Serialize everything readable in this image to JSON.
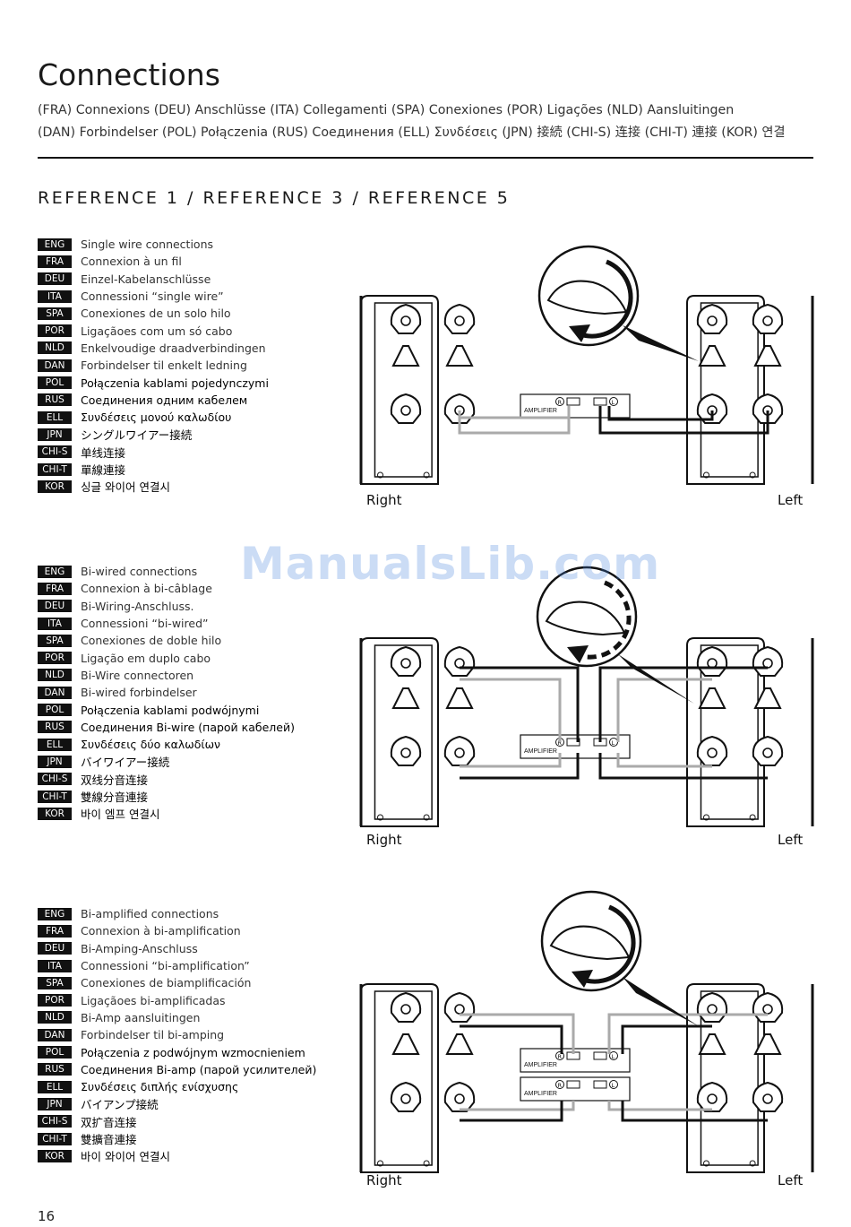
{
  "header": {
    "title": "Connections",
    "translations_line1": "(FRA) Connexions    (DEU) Anschlüsse    (ITA) Collegamenti    (SPA) Conexiones    (POR) Ligações    (NLD) Aansluitingen",
    "translations_line2": "(DAN) Forbindelser   (POL) Połączenia   (RUS) Соединения   (ELL) Συνδέσεις   (JPN) 接続   (CHI-S) 连接   (CHI-T) 連接   (KOR) 연결"
  },
  "subhead": "REFERENCE 1 / REFERENCE 3 / REFERENCE 5",
  "sections": [
    {
      "labels": [
        {
          "code": "ENG",
          "text": "Single wire connections"
        },
        {
          "code": "FRA",
          "text": "Connexion à un fil"
        },
        {
          "code": "DEU",
          "text": "Einzel-Kabelanschlüsse"
        },
        {
          "code": "ITA",
          "text": "Connessioni “single wire”"
        },
        {
          "code": "SPA",
          "text": "Conexiones de un solo hilo"
        },
        {
          "code": "POR",
          "text": "Ligaçãoes com um só cabo"
        },
        {
          "code": "NLD",
          "text": "Enkelvoudige draadverbindingen"
        },
        {
          "code": "DAN",
          "text": "Forbindelser til enkelt ledning"
        },
        {
          "code": "POL",
          "text": "Połączenia kablami pojedynczymi"
        },
        {
          "code": "RUS",
          "text": "Соединения одним кабелем"
        },
        {
          "code": "ELL",
          "text": "Συνδέσεις μονού καλωδίου"
        },
        {
          "code": "JPN",
          "text": "シングルワイアー接続"
        },
        {
          "code": "CHI-S",
          "text": "单线连接"
        },
        {
          "code": "CHI-T",
          "text": "單線連接"
        },
        {
          "code": "KOR",
          "text": "싱글 와이어 연결시"
        }
      ],
      "amplifier_labels": [
        "AMPLIFIER"
      ],
      "right_label": "Right",
      "left_label": "Left"
    },
    {
      "labels": [
        {
          "code": "ENG",
          "text": "Bi-wired connections"
        },
        {
          "code": "FRA",
          "text": "Connexion à bi-câblage"
        },
        {
          "code": "DEU",
          "text": "Bi-Wiring-Anschluss."
        },
        {
          "code": "ITA",
          "text": "Connessioni “bi-wired”"
        },
        {
          "code": "SPA",
          "text": "Conexiones de doble hilo"
        },
        {
          "code": "POR",
          "text": "Ligação em duplo cabo"
        },
        {
          "code": "NLD",
          "text": "Bi-Wire connectoren"
        },
        {
          "code": "DAN",
          "text": "Bi-wired forbindelser"
        },
        {
          "code": "POL",
          "text": "Połączenia kablami podwójnymi"
        },
        {
          "code": "RUS",
          "text": "Соединения Bi-wire (парой кабелей)"
        },
        {
          "code": "ELL",
          "text": "Συνδέσεις δύο καλωδίων"
        },
        {
          "code": "JPN",
          "text": "バイワイアー接続"
        },
        {
          "code": "CHI-S",
          "text": "双线分音连接"
        },
        {
          "code": "CHI-T",
          "text": "雙線分音連接"
        },
        {
          "code": "KOR",
          "text": "바이 엠프 연결시"
        }
      ],
      "amplifier_labels": [
        "AMPLIFIER"
      ],
      "right_label": "Right",
      "left_label": "Left"
    },
    {
      "labels": [
        {
          "code": "ENG",
          "text": "Bi-amplified connections"
        },
        {
          "code": "FRA",
          "text": "Connexion à bi-amplification"
        },
        {
          "code": "DEU",
          "text": "Bi-Amping-Anschluss"
        },
        {
          "code": "ITA",
          "text": "Connessioni “bi-amplification”"
        },
        {
          "code": "SPA",
          "text": "Conexiones de biamplificación"
        },
        {
          "code": "POR",
          "text": "Ligaçãoes bi-amplificadas"
        },
        {
          "code": "NLD",
          "text": "Bi-Amp aansluitingen"
        },
        {
          "code": "DAN",
          "text": "Forbindelser til bi-amping"
        },
        {
          "code": "POL",
          "text": "Połączenia z podwójnym wzmocnieniem"
        },
        {
          "code": "RUS",
          "text": "Соединения Bi-amp (парой усилителей)"
        },
        {
          "code": "ELL",
          "text": "Συνδέσεις διπλής ενίσχυσης"
        },
        {
          "code": "JPN",
          "text": "バイアンプ接続"
        },
        {
          "code": "CHI-S",
          "text": "双扩音连接"
        },
        {
          "code": "CHI-T",
          "text": "雙擴音連接"
        },
        {
          "code": "KOR",
          "text": "바이 와이어 연결시"
        }
      ],
      "amplifier_labels": [
        "AMPLIFIER",
        "AMPLIFIER"
      ],
      "right_label": "Right",
      "left_label": "Left"
    }
  ],
  "amp_channel_r": "R",
  "amp_channel_l": "L",
  "page_number": "16",
  "watermark": "ManualsLib.com"
}
